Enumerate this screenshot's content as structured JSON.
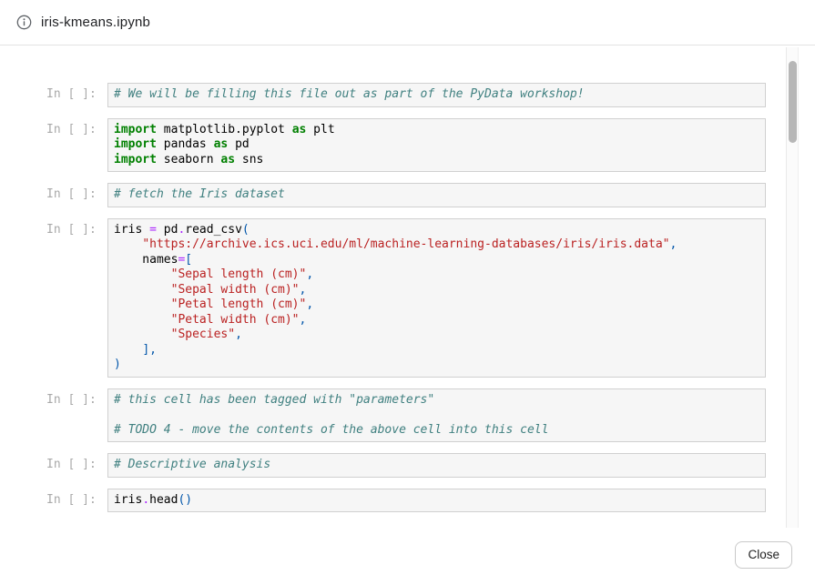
{
  "dialog": {
    "title": "iris-kmeans.ipynb",
    "close_label": "Close",
    "icons": {
      "header": "info-circle-icon"
    }
  },
  "notebook": {
    "prompt": "In [ ]:",
    "cells": [
      {
        "lines": [
          [
            [
              "c",
              "# We will be filling this file out as part of the PyData workshop!"
            ]
          ]
        ]
      },
      {
        "lines": [
          [
            [
              "k",
              "import"
            ],
            [
              "t",
              " matplotlib.pyplot "
            ],
            [
              "k",
              "as"
            ],
            [
              "t",
              " plt"
            ]
          ],
          [
            [
              "k",
              "import"
            ],
            [
              "t",
              " pandas "
            ],
            [
              "k",
              "as"
            ],
            [
              "t",
              " pd"
            ]
          ],
          [
            [
              "k",
              "import"
            ],
            [
              "t",
              " seaborn "
            ],
            [
              "k",
              "as"
            ],
            [
              "t",
              " sns"
            ]
          ]
        ]
      },
      {
        "lines": [
          [
            [
              "c",
              "# fetch the Iris dataset"
            ]
          ]
        ]
      },
      {
        "lines": [
          [
            [
              "t",
              "iris "
            ],
            [
              "o",
              "="
            ],
            [
              "t",
              " pd"
            ],
            [
              "o",
              "."
            ],
            [
              "t",
              "read_csv"
            ],
            [
              "p",
              "("
            ]
          ],
          [
            [
              "t",
              "    "
            ],
            [
              "s",
              "\"https://archive.ics.uci.edu/ml/machine-learning-databases/iris/iris.data\""
            ],
            [
              "p",
              ","
            ]
          ],
          [
            [
              "t",
              "    names"
            ],
            [
              "o",
              "="
            ],
            [
              "p",
              "["
            ]
          ],
          [
            [
              "t",
              "        "
            ],
            [
              "s",
              "\"Sepal length (cm)\""
            ],
            [
              "p",
              ","
            ]
          ],
          [
            [
              "t",
              "        "
            ],
            [
              "s",
              "\"Sepal width (cm)\""
            ],
            [
              "p",
              ","
            ]
          ],
          [
            [
              "t",
              "        "
            ],
            [
              "s",
              "\"Petal length (cm)\""
            ],
            [
              "p",
              ","
            ]
          ],
          [
            [
              "t",
              "        "
            ],
            [
              "s",
              "\"Petal width (cm)\""
            ],
            [
              "p",
              ","
            ]
          ],
          [
            [
              "t",
              "        "
            ],
            [
              "s",
              "\"Species\""
            ],
            [
              "p",
              ","
            ]
          ],
          [
            [
              "t",
              "    "
            ],
            [
              "p",
              "],"
            ]
          ],
          [
            [
              "p",
              ")"
            ]
          ]
        ]
      },
      {
        "lines": [
          [
            [
              "c",
              "# this cell has been tagged with \"parameters\""
            ]
          ],
          [
            [
              "t",
              ""
            ]
          ],
          [
            [
              "c",
              "# TODO 4 - move the contents of the above cell into this cell"
            ]
          ]
        ]
      },
      {
        "lines": [
          [
            [
              "c",
              "# Descriptive analysis"
            ]
          ]
        ]
      },
      {
        "lines": [
          [
            [
              "t",
              "iris"
            ],
            [
              "o",
              "."
            ],
            [
              "t",
              "head"
            ],
            [
              "p",
              "()"
            ]
          ]
        ]
      }
    ]
  },
  "colors": {
    "syntax-keyword": "#008000",
    "syntax-comment": "#408080",
    "syntax-string": "#BA2121",
    "syntax-operator": "#AA22FF",
    "syntax-punctuation": "#0055AA",
    "syntax-text": "#000000",
    "cell-bg": "#f6f6f6",
    "cell-border": "#d0d0d0",
    "prompt-color": "#a9a9a9",
    "divider": "#e2e2e2",
    "title-color": "#202124",
    "scroll-thumb": "#b7b7b7"
  }
}
